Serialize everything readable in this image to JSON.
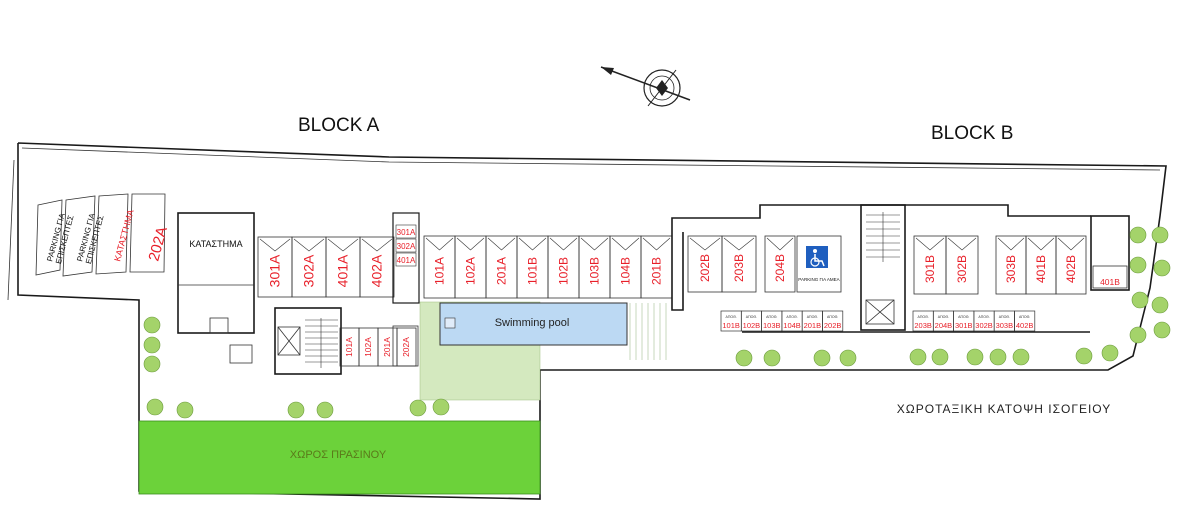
{
  "blocks": {
    "a": "BLOCK A",
    "b": "BLOCK B"
  },
  "plan_title": "ΧΩΡΟΤΑΞΙΚΗ ΚΑΤΟΨΗ ΙΣΟΓΕΙΟΥ",
  "green_area_label": "ΧΩΡΟΣ ΠΡΑΣΙΝΟΥ",
  "pool_label": "Swimming pool",
  "shop_label": "ΚΑΤΑΣΤΗΜΑ",
  "colors": {
    "green_area": "#6cd23a",
    "pool": "#bcd9f3",
    "red_text": "#e8202a",
    "garden": "#d4e9bf",
    "tree": "#a4d36a"
  },
  "icons": [
    "north-arrow-icon",
    "wheelchair-icon",
    "tree-icon",
    "stair-icon",
    "elevator-icon"
  ],
  "visitor_parking": [
    {
      "line1": "PARKING ΓΙΑ",
      "line2": "ΕΠΙΣΚΕΠΤΕΣ"
    },
    {
      "line1": "PARKING ΓΙΑ",
      "line2": "ΕΠΙΣΚΕΠΤΕΣ"
    },
    {
      "line1": "ΚΑΤΑΣΤΗΜΑ",
      "line2": ""
    }
  ],
  "shop_parking": "202A",
  "parking_block_a": [
    "301A",
    "302A",
    "401A",
    "402A"
  ],
  "small_storage_a_top": [
    "301A",
    "302A",
    "401A"
  ],
  "storage_a_bottom": [
    "101A",
    "102A",
    "201A",
    "202A"
  ],
  "parking_middle": [
    "101A",
    "102A",
    "201A",
    "101B",
    "102B",
    "103B",
    "104B",
    "201B"
  ],
  "parking_b1": [
    "202B",
    "203B"
  ],
  "parking_b2": [
    "204B"
  ],
  "disabled_parking_label": "PARKING ΓΙΑ ΑΜΕΑ",
  "parking_block_b": [
    "301B",
    "302B"
  ],
  "parking_block_b2": [
    "303B",
    "401B",
    "402B"
  ],
  "storage_b_right": "401B",
  "storage_b_row1": [
    "101B",
    "102B",
    "103B",
    "104B",
    "201B",
    "202B"
  ],
  "storage_b_row2": [
    "203B",
    "204B",
    "301B",
    "302B",
    "303B",
    "402B"
  ],
  "unit_small_label": "ΑΠΟΘ."
}
